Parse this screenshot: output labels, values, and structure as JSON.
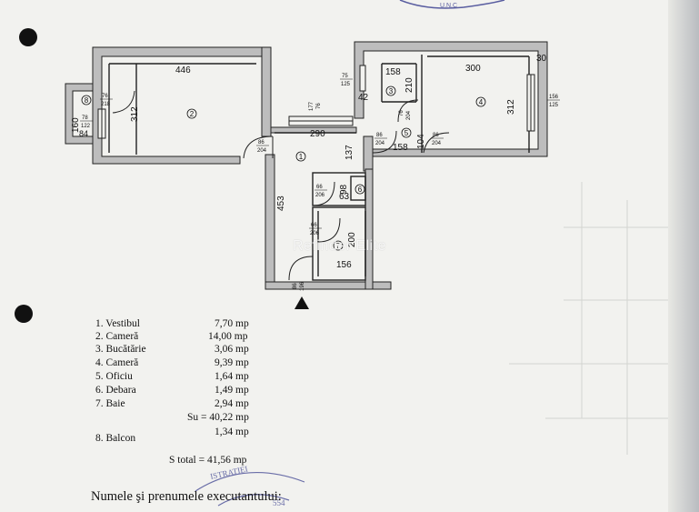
{
  "watermark": "Refinder Elite",
  "stamp_text": "ADMINISTRATIEI ... 554 ... ORS ... U.N.C.",
  "plan": {
    "room_numbers": [
      "1",
      "2",
      "3",
      "4",
      "5",
      "6",
      "7",
      "8"
    ],
    "dimensions": {
      "d446": "446",
      "d312a": "312",
      "d160": "160",
      "d290": "290",
      "d137": "137",
      "d453": "453",
      "d158a": "158",
      "d210": "210",
      "d42": "42",
      "d300": "300",
      "d30": "30",
      "d312b": "312",
      "d158b": "158",
      "d104": "104",
      "d63": "63",
      "d98": "98",
      "d200": "200",
      "d156": "156",
      "d84": "84"
    },
    "openings": {
      "w_balcony_top": "76",
      "w_balcony_bot": "218",
      "w_balcony_left_top": "78",
      "w_balcony_left_bot": "122",
      "d_room2_top": "86",
      "d_room2_bot": "204",
      "w_hall_top": "177",
      "w_hall_bot": "76",
      "w_kitchen_top": "75",
      "w_kitchen_bot": "125",
      "w_room4_top": "156",
      "w_room4_bot": "125",
      "d_hall_right_top": "86",
      "d_hall_right_bot": "204",
      "d_oficiu_top": "76",
      "d_oficiu_bot": "204",
      "d_room4_top": "86",
      "d_room4_bot": "204",
      "d_debara_top": "66",
      "d_debara_bot": "206",
      "d_baie_top": "66",
      "d_baie_bot": "206",
      "d_entry_top": "86",
      "d_entry_bot": "196"
    }
  },
  "legend": {
    "rooms": [
      {
        "label": "1. Vestibul",
        "area": "7,70 mp"
      },
      {
        "label": "2. Cameră",
        "area": "14,00 mp"
      },
      {
        "label": "3. Bucătărie",
        "area": "3,06 mp"
      },
      {
        "label": "4. Cameră",
        "area": "9,39 mp"
      },
      {
        "label": "5. Oficiu",
        "area": "1,64 mp"
      },
      {
        "label": "6. Debara",
        "area": "1,49 mp"
      },
      {
        "label": "7. Baie",
        "area": "2,94 mp"
      }
    ],
    "su": "Su = 40,22 mp",
    "balcon": {
      "label": "8. Balcon",
      "area": "1,34 mp"
    },
    "stotal": "S total = 41,56 mp"
  },
  "footer": "Numele şi prenumele executantului:"
}
